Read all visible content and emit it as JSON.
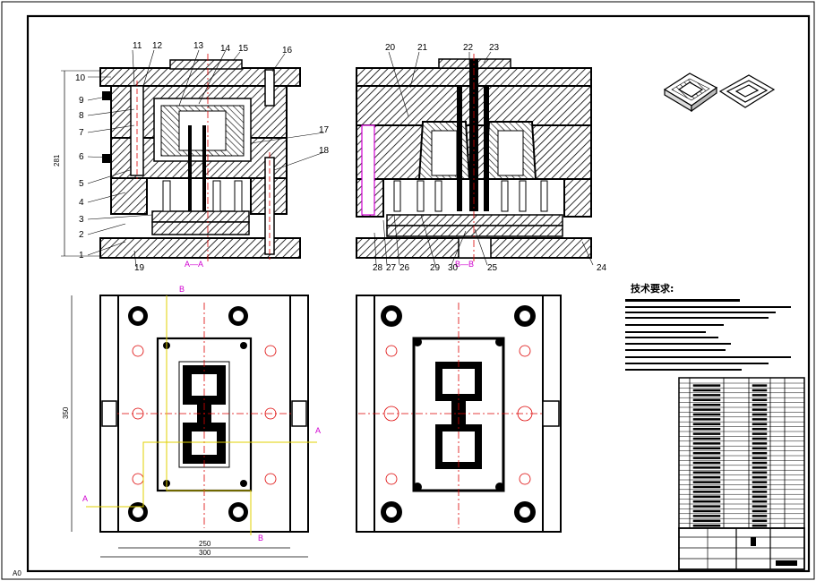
{
  "sheet": {
    "corner_label": "A0",
    "section_aa": "A—A",
    "section_bb": "B—B"
  },
  "part_numbers": {
    "left_view": [
      "1",
      "2",
      "3",
      "4",
      "5",
      "6",
      "7",
      "8",
      "9",
      "10",
      "11",
      "12",
      "13",
      "14",
      "15",
      "16",
      "17",
      "18",
      "19"
    ],
    "right_view": [
      "20",
      "21",
      "22",
      "23",
      "24",
      "25",
      "26",
      "27",
      "28",
      "29",
      "30"
    ]
  },
  "dimensions": {
    "height_left": "281",
    "height_plan": "350",
    "width_inner": "250",
    "width_outer": "300"
  },
  "section_marks": {
    "a": "A",
    "b": "B"
  },
  "tech_requirements": {
    "heading": "技术要求:"
  }
}
